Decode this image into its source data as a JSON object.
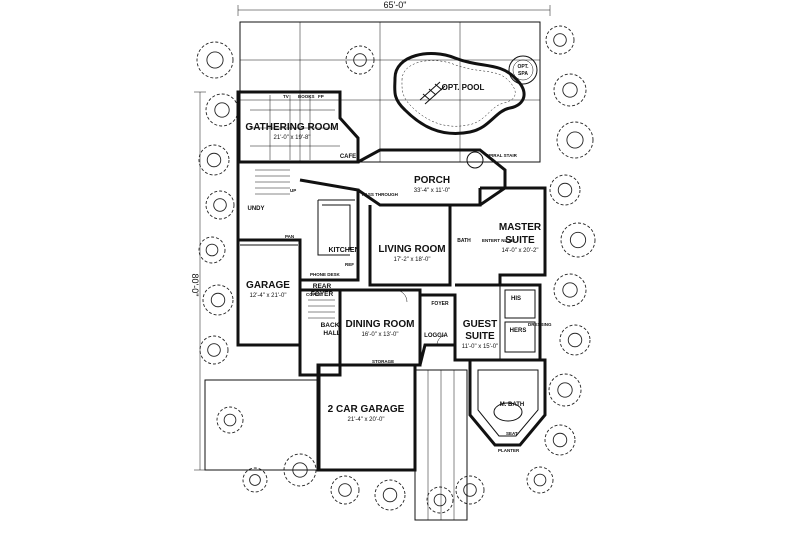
{
  "overall": {
    "width": "65'-0\"",
    "depth": "80'-0\""
  },
  "rooms": {
    "gathering": {
      "name": "GATHERING ROOM",
      "dims": "21'-0\" x 19'-8\""
    },
    "porch": {
      "name": "PORCH",
      "dims": "33'-4\" x 11'-0\""
    },
    "living": {
      "name": "LIVING ROOM",
      "dims": "17'-2\" x 18'-0\""
    },
    "master": {
      "name_line1": "MASTER",
      "name_line2": "SUITE",
      "dims": "14'-0\" x 20'-2\""
    },
    "garage": {
      "name": "GARAGE",
      "dims": "12'-4\" x 21'-0\""
    },
    "dining": {
      "name": "DINING ROOM",
      "dims": "16'-0\" x 13'-0\""
    },
    "guest": {
      "name_line1": "GUEST",
      "name_line2": "SUITE",
      "dims": "11'-0\" x 15'-0\""
    },
    "garage2": {
      "name": "2 CAR GARAGE",
      "dims": "21'-4\" x 20'-0\""
    },
    "kitchen": {
      "name": "KITCHEN"
    },
    "rear_foyer": {
      "line1": "REAR",
      "line2": "FOYER"
    },
    "back_hall": {
      "line1": "BACK",
      "line2": "HALL"
    },
    "loggia": {
      "name": "LOGGIA"
    },
    "foyer": {
      "name": "FOYER"
    },
    "cafe": {
      "name": "CAFE"
    },
    "undy": {
      "name": "UNDY"
    },
    "his": {
      "name": "HIS"
    },
    "hers": {
      "name": "HERS"
    },
    "bath": {
      "name": "BATH"
    },
    "m_bath": {
      "name": "M. BATH"
    },
    "pool": {
      "name": "OPT. POOL"
    },
    "spa": {
      "line1": "OPT.",
      "line2": "SPA"
    }
  },
  "small_labels": {
    "pass_through": "PASS THROUGH",
    "spiral_stair": "SPIRAL STAIR",
    "storage": "STORAGE",
    "coats": "COATS",
    "phone_desk": "PHONE DESK",
    "seat": "SEAT",
    "planter": "PLANTER",
    "dressing": "DRESSING",
    "entert_niche": "ENTERT NICHE",
    "pan": "PAN",
    "ref": "REF",
    "up": "UP",
    "tv": "TV",
    "books": "BOOKS",
    "fp": "FP"
  }
}
